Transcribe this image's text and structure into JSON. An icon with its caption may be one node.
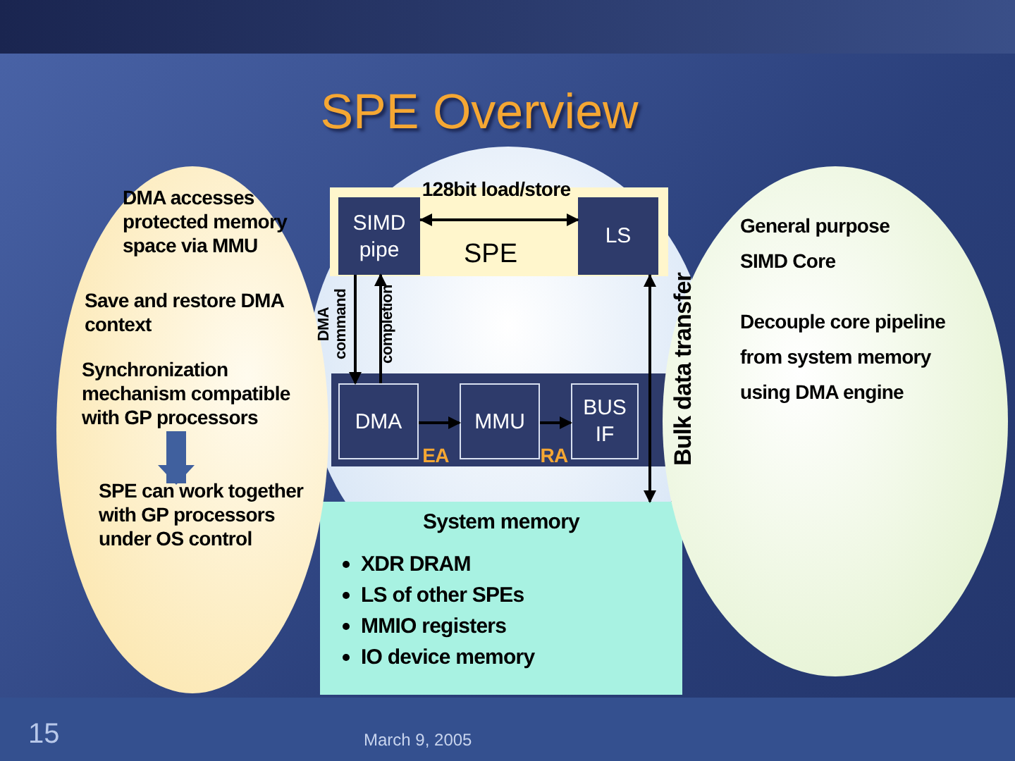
{
  "diagram": {
    "title": "SPE Overview",
    "nodes": [
      {
        "text": [
          "SPE"
        ]
      },
      {
        "text": [
          "SIMD pipe"
        ],
        "in": 0
      },
      {
        "text": [
          "LS"
        ],
        "in": 0
      },
      {
        "text": [],
        "shape": "box"
      },
      {
        "text": [
          "DMA"
        ],
        "in": 3
      },
      {
        "text": [
          "MMU"
        ],
        "in": 3
      },
      {
        "text": [
          "BUS IF"
        ],
        "in": 3
      },
      {
        "text": [
          "System memory",
          "XDR DRAM",
          "LS of other SPEs",
          "MMIO registers",
          "IO device memory"
        ]
      },
      {
        "text": [
          "DMA accesses protected memory space via MMU",
          "Save and restore DMA context"
        ]
      },
      {
        "text": [
          "Synchronization mechanism compatible with GP processors"
        ],
        "in": 8
      },
      {
        "text": [
          "SPE can work together with GP processors under OS control"
        ],
        "in": 8
      },
      {
        "text": [
          "General purpose SIMD Core",
          "Decouple core pipeline from system memory using DMA engine"
        ]
      }
    ],
    "edges": [
      {
        "from": 1,
        "to": 2,
        "arrow": "both",
        "label": "128bit load/store"
      },
      {
        "from": 1,
        "to": 4,
        "arrow": "to",
        "label": "DMA command"
      },
      {
        "from": 4,
        "to": 1,
        "arrow": "to",
        "label": "completion"
      },
      {
        "from": 4,
        "to": 5,
        "arrow": "to",
        "label": "EA"
      },
      {
        "from": 5,
        "to": 6,
        "arrow": "to",
        "label": "RA"
      },
      {
        "from": 2,
        "to": 7,
        "arrow": "both",
        "label": "Bulk data transfer"
      },
      {
        "from": 9,
        "to": 10,
        "arrow": "to",
        "style": "thick",
        "color": "#40609e"
      }
    ],
    "labels": [
      "15",
      "March 9, 2005"
    ]
  }
}
